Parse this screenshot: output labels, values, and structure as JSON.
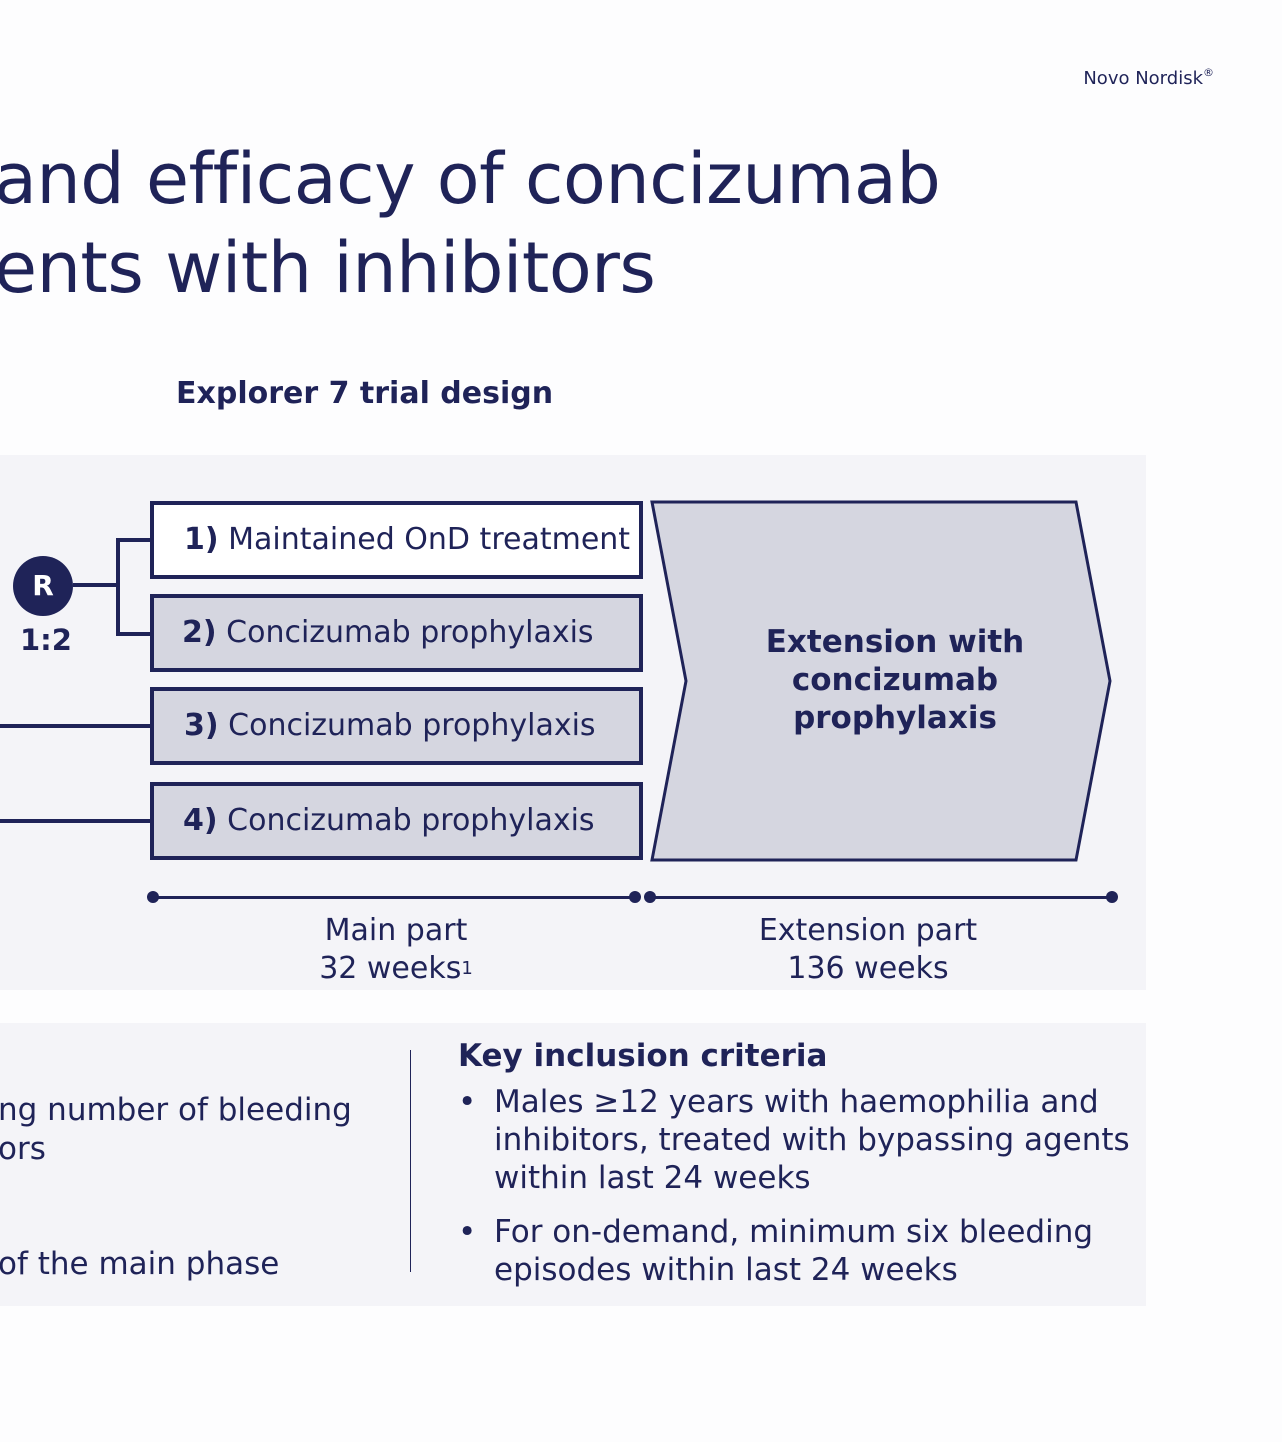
{
  "brand": {
    "name": "Novo Nordisk",
    "mark": "®"
  },
  "title": {
    "line1": "and efficacy of concizumab",
    "line2": "ents with inhibitors"
  },
  "design": {
    "heading": "Explorer 7 trial design",
    "randomisation": {
      "symbol": "R",
      "ratio": "1:2"
    },
    "arms": [
      {
        "number": "1)",
        "label": "Maintained OnD treatment"
      },
      {
        "number": "2)",
        "label": "Concizumab prophylaxis"
      },
      {
        "number": "3)",
        "label": "Concizumab prophylaxis"
      },
      {
        "number": "4)",
        "label": "Concizumab prophylaxis"
      }
    ],
    "extension": {
      "label": "Extension with concizumab prophylaxis"
    },
    "timeline": {
      "main": {
        "name": "Main part",
        "duration": "32 weeks",
        "footnote": "1"
      },
      "extension": {
        "name": "Extension part",
        "duration": "136 weeks"
      }
    }
  },
  "criteria": {
    "left_fragments": [
      "ng number of bleeding",
      "ors",
      "of the main phase"
    ],
    "inclusion_title": "Key inclusion criteria",
    "bullet": "•",
    "inclusion_items": [
      "Males ≥12 years with haemophilia and inhibitors, treated with bypassing agents within last 24 weeks",
      "For on-demand, minimum six bleeding episodes within last 24 weeks"
    ]
  },
  "colors": {
    "navy": "#1f2358",
    "panel": "#f4f4f8",
    "box_fill": "#d5d6e0"
  }
}
